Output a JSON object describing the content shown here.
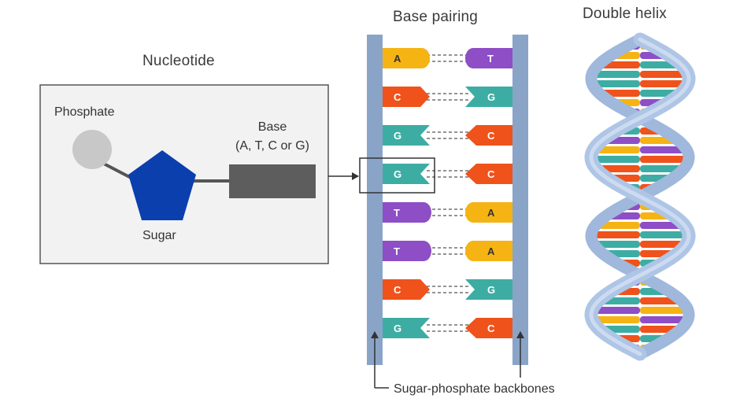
{
  "titles": {
    "nucleotide": "Nucleotide",
    "base_pairing": "Base pairing",
    "double_helix": "Double helix"
  },
  "nucleotide": {
    "phosphate": "Phosphate",
    "sugar": "Sugar",
    "base": "Base",
    "base_options": "(A, T, C or G)"
  },
  "backbone_label": "Sugar-phosphate backbones",
  "base_pairs": [
    {
      "left": "A",
      "right": "T"
    },
    {
      "left": "C",
      "right": "G"
    },
    {
      "left": "G",
      "right": "C"
    },
    {
      "left": "G",
      "right": "C"
    },
    {
      "left": "T",
      "right": "A"
    },
    {
      "left": "T",
      "right": "A"
    },
    {
      "left": "C",
      "right": "G"
    },
    {
      "left": "G",
      "right": "C"
    }
  ],
  "colors": {
    "A": "#f5b414",
    "T": "#8e4ec6",
    "C": "#f0521b",
    "G": "#3dada3",
    "backbone": "#8aa4c8",
    "sugar": "#0b3fae",
    "phosphate": "#c8c8c8",
    "base_block": "#5d5d5d",
    "box_fill": "#f2f2f2",
    "helix_strand": "#aec5e6"
  }
}
